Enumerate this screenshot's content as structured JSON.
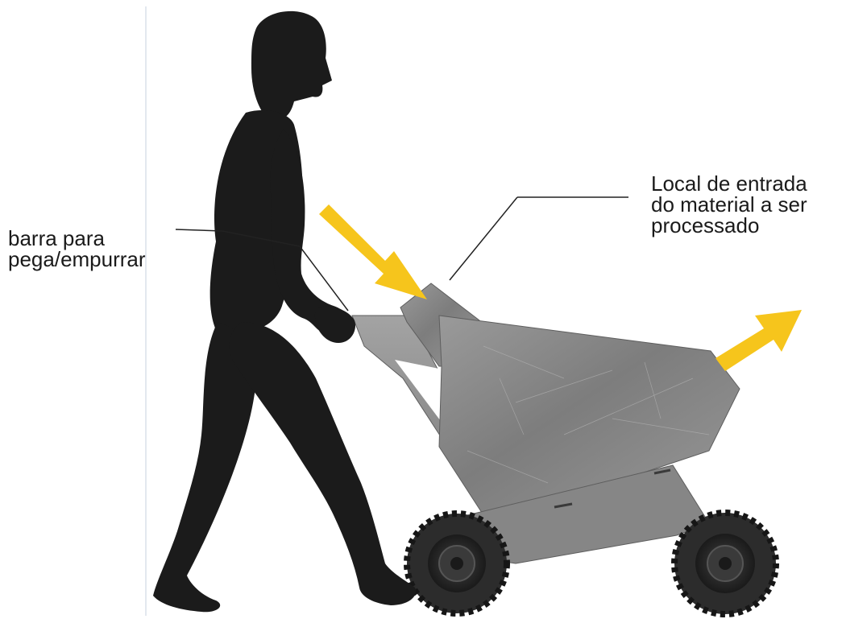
{
  "callouts": {
    "handle": {
      "line1": "barra para",
      "line2": "pega/empurrar"
    },
    "inlet": {
      "line1": "Local de entrada",
      "line2": "do material a ser",
      "line3": "processado"
    }
  },
  "colors": {
    "silhouette": "#1b1b1b",
    "arrow": "#f6c51c",
    "metal": "#8a8a8a",
    "tire": "#2c2c2c",
    "leader_line": "#222222"
  },
  "icons": {
    "person": "human-silhouette",
    "cart": "shredder-cart",
    "inlet_arrow": "arrow-down-right",
    "outlet_arrow": "arrow-up-right",
    "wheels": "tire"
  }
}
